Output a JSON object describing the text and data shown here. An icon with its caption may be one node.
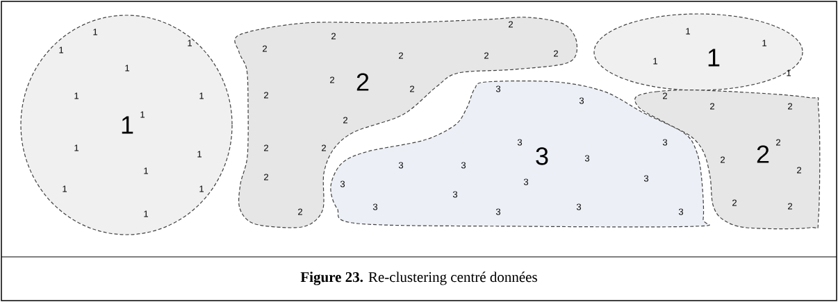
{
  "diagram": {
    "caption": "**Figure 23.** Re-clustering centré données",
    "nodes": [
      {
        "text": [
          "1",
          "1",
          "1",
          "1",
          "1",
          "1",
          "1",
          "1",
          "1",
          "1",
          "1",
          "1",
          "1",
          "1"
        ]
      },
      {
        "text": [
          "2",
          "2",
          "2",
          "2",
          "2",
          "2",
          "2",
          "2",
          "2",
          "2",
          "2",
          "2",
          "2",
          "2",
          "2"
        ]
      },
      {
        "text": [
          "3",
          "3",
          "3",
          "3",
          "3",
          "3",
          "3",
          "3",
          "3",
          "3",
          "3",
          "3",
          "3",
          "3",
          "3",
          "3"
        ]
      },
      {
        "text": [
          "1",
          "1",
          "1",
          "1",
          "1"
        ]
      },
      {
        "text": [
          "2",
          "2",
          "2",
          "2",
          "2",
          "2",
          "2",
          "2",
          "2"
        ]
      }
    ]
  }
}
